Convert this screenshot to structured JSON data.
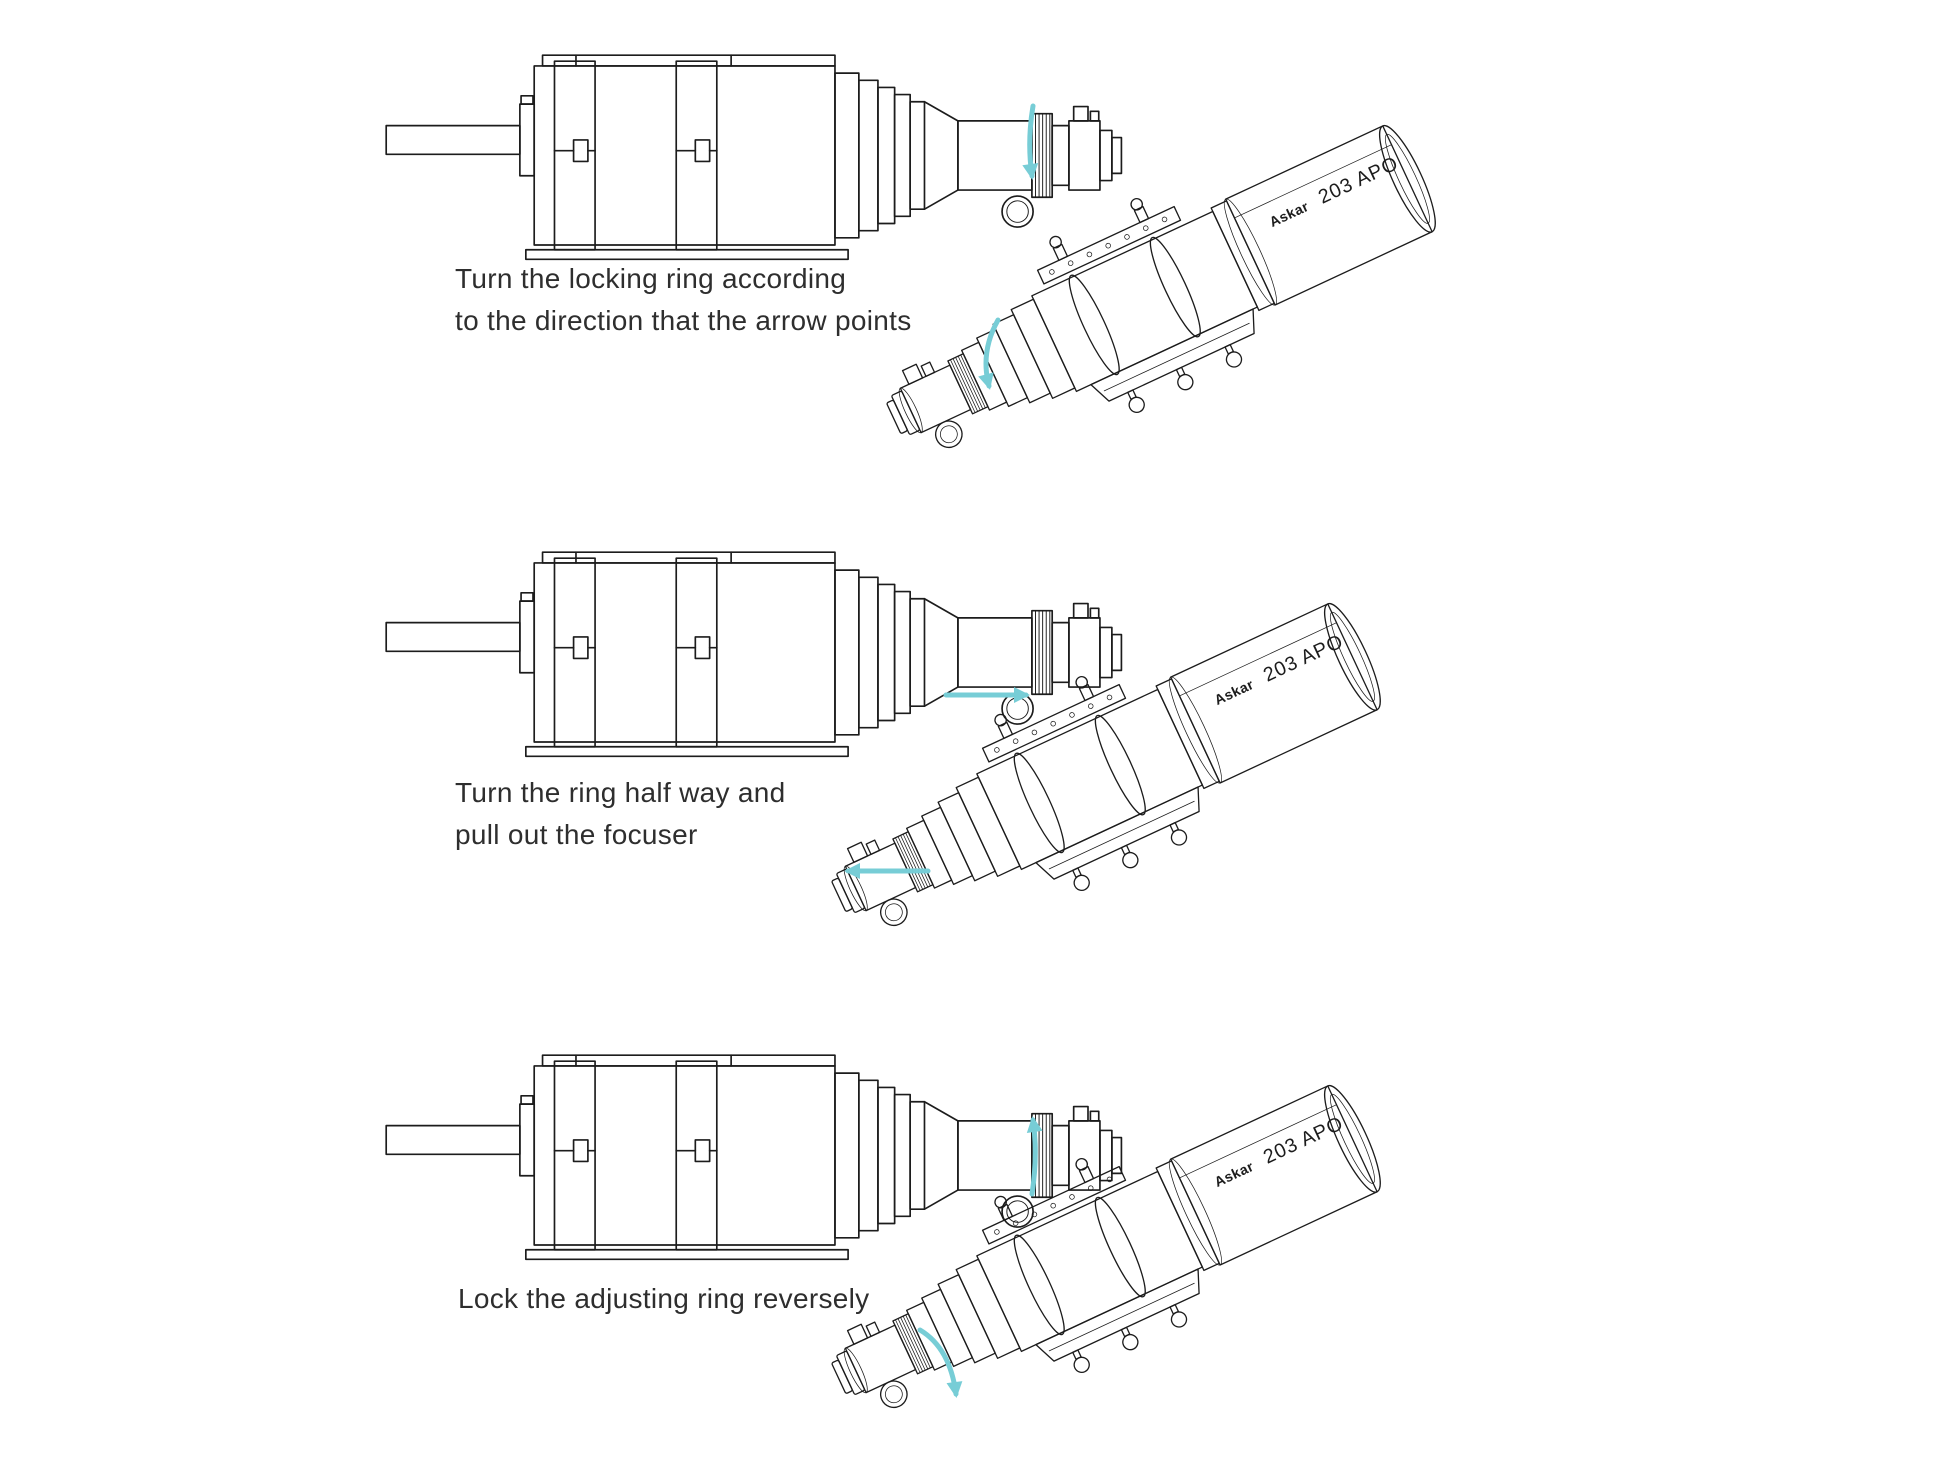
{
  "page": {
    "background": "#ffffff",
    "line_color": "#1c1c1c",
    "arrow_color": "#77cdd6",
    "text_color": "#2e2e2e"
  },
  "product": {
    "brand": "Askar",
    "model": "203 APO"
  },
  "steps": [
    {
      "index": 1,
      "caption_line1": "Turn the locking ring according",
      "caption_line2": "to the direction that the arrow points",
      "brand": "Askar",
      "model": "203 APO",
      "arrows": [
        "down along locking ring (side view)",
        "turn direction on locking ring (perspective view)"
      ]
    },
    {
      "index": 2,
      "caption_line1": "Turn the ring half way and",
      "caption_line2": "pull out the focuser",
      "brand": "Askar",
      "model": "203 APO",
      "arrows": [
        "pull focuser out to the right (side view)",
        "pull focuser out to the left (perspective view)"
      ]
    },
    {
      "index": 3,
      "caption_line1": "Lock the adjusting ring reversely",
      "caption_line2": "",
      "brand": "Askar",
      "model": "203 APO",
      "arrows": [
        "up along adjusting ring (side view)",
        "reverse turn direction on adjusting ring (perspective view)"
      ]
    }
  ]
}
